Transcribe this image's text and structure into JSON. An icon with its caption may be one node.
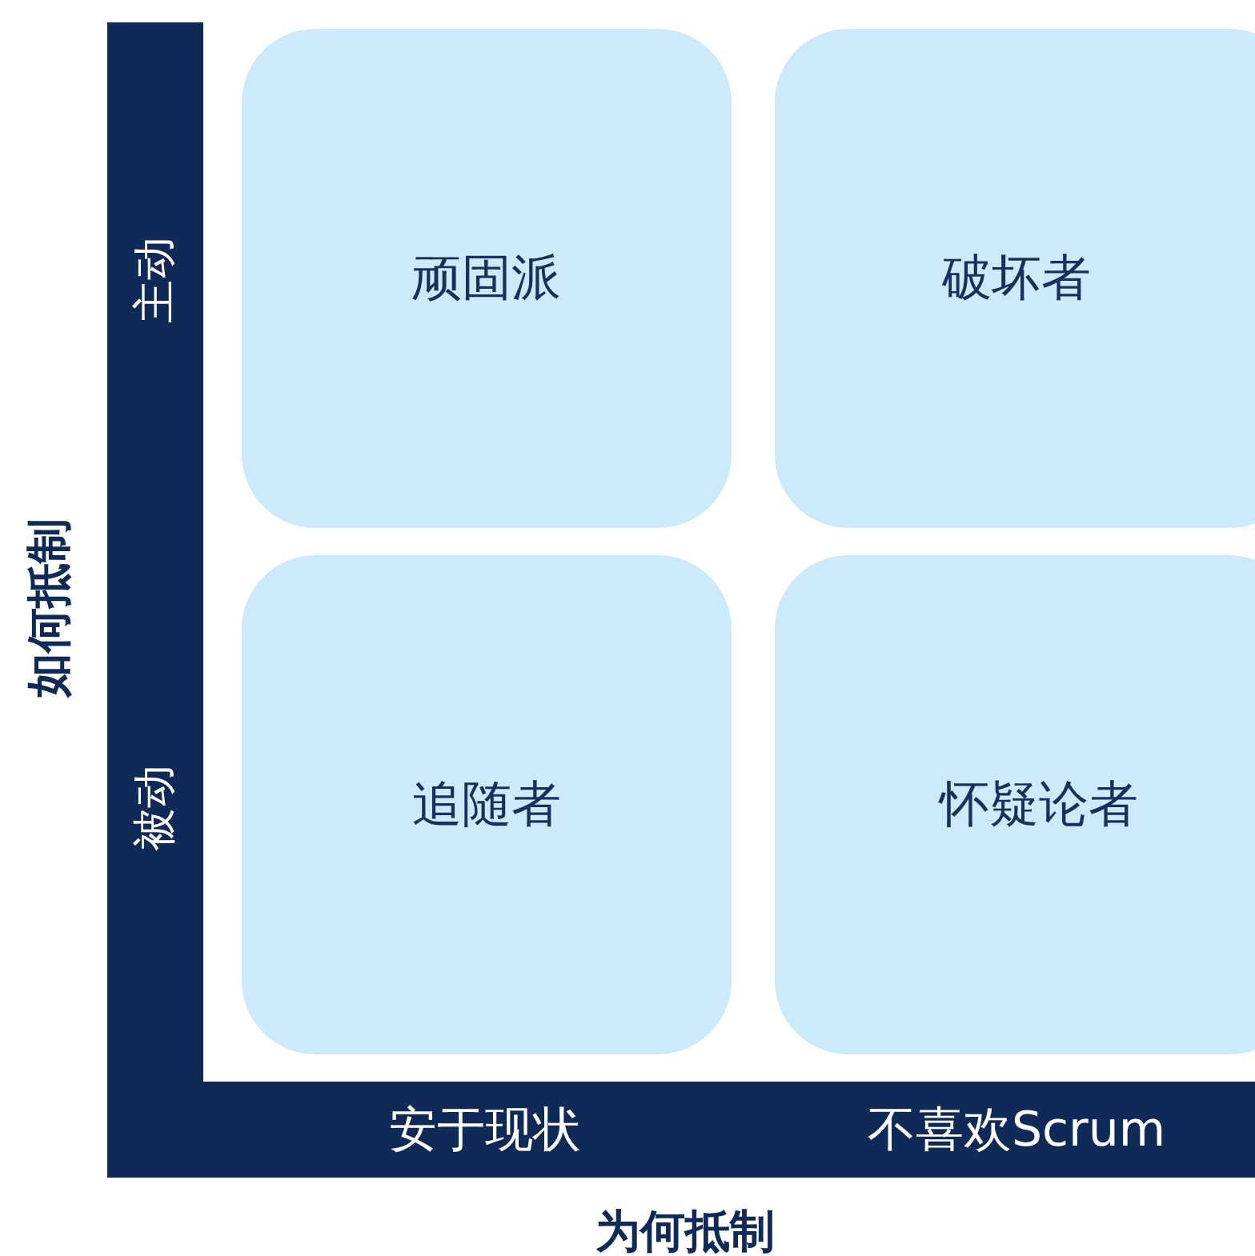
{
  "diagram": {
    "nodes": [
      {
        "text": [
          "顽固派"
        ]
      },
      {
        "text": [
          "破坏者"
        ]
      },
      {
        "text": [
          "追随者"
        ]
      },
      {
        "text": [
          "怀疑论者"
        ]
      }
    ],
    "labels": [
      "主动",
      "被动",
      "如何抵制",
      "安于现状",
      "不喜欢Scrum",
      "为何抵制"
    ]
  }
}
